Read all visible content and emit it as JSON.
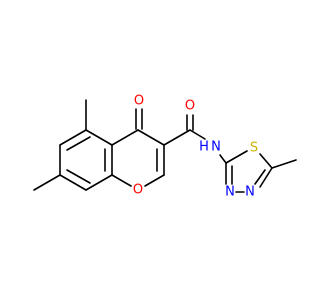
{
  "molecule": {
    "atoms": {
      "carbonyl_o": {
        "symbol": "O",
        "color": "#ff0000"
      },
      "ring_o": {
        "symbol": "O",
        "color": "#ff0000"
      },
      "amide_o": {
        "symbol": "O",
        "color": "#ff0000"
      },
      "amide_nh": {
        "symbol": "N",
        "color": "#0000ff"
      },
      "amide_h": {
        "symbol": "H",
        "color": "#0000ff"
      },
      "thiadiazole_s": {
        "symbol": "S",
        "color": "#c8b400"
      },
      "thiadiazole_n3": {
        "symbol": "N",
        "color": "#0000ff"
      },
      "thiadiazole_n4": {
        "symbol": "N",
        "color": "#0000ff"
      }
    },
    "bond_color": "#000000"
  }
}
